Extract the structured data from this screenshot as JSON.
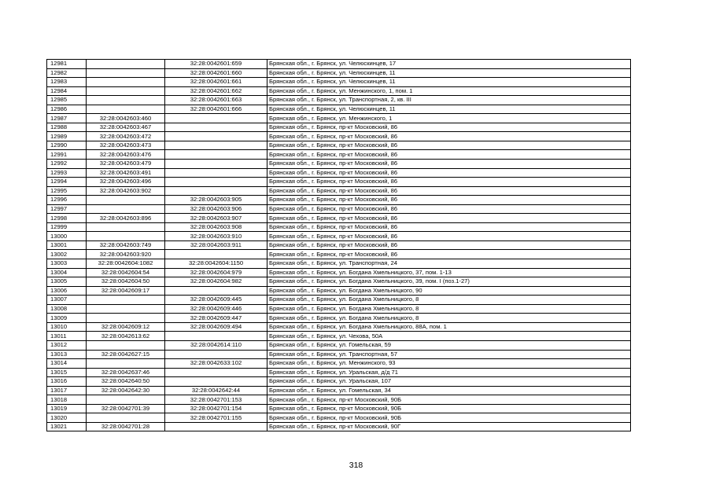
{
  "table": {
    "rows": [
      [
        "12981",
        "",
        "32:28:0042601:659",
        "Брянская обл., г. Брянск, ул. Челюскинцев, 17"
      ],
      [
        "12982",
        "",
        "32:28:0042601:660",
        "Брянская обл., г. Брянск, ул. Челюскинцев, 11"
      ],
      [
        "12983",
        "",
        "32:28:0042601:661",
        "Брянская обл., г. Брянск, ул. Челюскинцев, 11"
      ],
      [
        "12984",
        "",
        "32:28:0042601:662",
        "Брянская обл., г. Брянск, ул. Менжинского, 1, пом. 1"
      ],
      [
        "12985",
        "",
        "32:28:0042601:663",
        "Брянская обл., г. Брянск, ул. Транспортная, 2, кв. III"
      ],
      [
        "12986",
        "",
        "32:28:0042601:666",
        "Брянская обл., г. Брянск, ул. Челюскинцев, 11"
      ],
      [
        "12987",
        "32:28:0042603:460",
        "",
        "Брянская обл., г. Брянск, ул. Менжинского, 1"
      ],
      [
        "12988",
        "32:28:0042603:467",
        "",
        "Брянская обл., г. Брянск, пр-кт Московский, 86"
      ],
      [
        "12989",
        "32:28:0042603:472",
        "",
        "Брянская обл., г. Брянск, пр-кт Московский, 86"
      ],
      [
        "12990",
        "32:28:0042603:473",
        "",
        "Брянская обл., г. Брянск, пр-кт Московский, 86"
      ],
      [
        "12991",
        "32:28:0042603:476",
        "",
        "Брянская обл., г. Брянск, пр-кт Московский, 86"
      ],
      [
        "12992",
        "32:28:0042603:479",
        "",
        "Брянская обл., г. Брянск, пр-кт Московский, 86"
      ],
      [
        "12993",
        "32:28:0042603:491",
        "",
        "Брянская обл., г. Брянск, пр-кт Московский, 86"
      ],
      [
        "12994",
        "32:28:0042603:496",
        "",
        "Брянская обл., г. Брянск, пр-кт Московский, 86"
      ],
      [
        "12995",
        "32:28:0042603:902",
        "",
        "Брянская обл., г. Брянск, пр-кт Московский, 86"
      ],
      [
        "12996",
        "",
        "32:28:0042603:905",
        "Брянская обл., г. Брянск, пр-кт Московский, 86"
      ],
      [
        "12997",
        "",
        "32:28:0042603:906",
        "Брянская обл., г. Брянск, пр-кт Московский, 86"
      ],
      [
        "12998",
        "32:28:0042603:896",
        "32:28:0042603:907",
        "Брянская обл., г. Брянск, пр-кт Московский, 86"
      ],
      [
        "12999",
        "",
        "32:28:0042603:908",
        "Брянская обл., г. Брянск, пр-кт Московский, 86"
      ],
      [
        "13000",
        "",
        "32:28:0042603:910",
        "Брянская обл., г. Брянск, пр-кт Московский, 86"
      ],
      [
        "13001",
        "32:28:0042603:749",
        "32:28:0042603:911",
        "Брянская обл., г. Брянск, пр-кт Московский, 86"
      ],
      [
        "13002",
        "32:28:0042603:920",
        "",
        "Брянская обл., г. Брянск, пр-кт Московский, 86"
      ],
      [
        "13003",
        "32:28:0042604:1082",
        "32:28:0042604:1150",
        "Брянская обл., г. Брянск, ул. Транспортная, 24"
      ],
      [
        "13004",
        "32:28:0042604:54",
        "32:28:0042604:979",
        "Брянская обл., г. Брянск, ул. Богдана Хмельницкого, 37, пом. 1-13"
      ],
      [
        "13005",
        "32:28:0042604:50",
        "32:28:0042604:982",
        "Брянская обл., г. Брянск, ул. Богдана Хмельницкого, 39, пом. I (поз.1-27)"
      ],
      [
        "13006",
        "32:28:0042609:17",
        "",
        "Брянская обл., г. Брянск, ул. Богдана Хмельницкого, 90"
      ],
      [
        "13007",
        "",
        "32:28:0042609:445",
        "Брянская обл., г. Брянск, ул. Богдана Хмельницкого, 8"
      ],
      [
        "13008",
        "",
        "32:28:0042609:446",
        "Брянская обл., г. Брянск, ул. Богдана Хмельницкого, 8"
      ],
      [
        "13009",
        "",
        "32:28:0042609:447",
        "Брянская обл., г. Брянск, ул. Богдана Хмельницкого, 8"
      ],
      [
        "13010",
        "32:28:0042609:12",
        "32:28:0042609:494",
        "Брянская обл., г. Брянск, ул. Богдана Хмельницкого, 88А, пом. 1"
      ],
      [
        "13011",
        "32:28:0042613:62",
        "",
        "Брянская обл., г. Брянск, ул. Чехова, 50А"
      ],
      [
        "13012",
        "",
        "32:28:0042614:110",
        "Брянская обл., г. Брянск, ул. Гомельская, 59"
      ],
      [
        "13013",
        "32:28:0042627:15",
        "",
        "Брянская обл., г. Брянск, ул. Транспортная, 57"
      ],
      [
        "13014",
        "",
        "32:28:0042633:102",
        "Брянская обл., г. Брянск, ул. Менжинского, 93"
      ],
      [
        "13015",
        "32:28:0042637:46",
        "",
        "Брянская обл., г. Брянск, ул. Уральская, д/д 71"
      ],
      [
        "13016",
        "32:28:0042640:50",
        "",
        "Брянская обл., г. Брянск, ул. Уральская, 107"
      ],
      [
        "13017",
        "32:28:0042642:30",
        "32:28:0042642:44",
        "Брянская обл., г. Брянск, ул. Гомельская, 34"
      ],
      [
        "13018",
        "",
        "32:28:0042701:153",
        "Брянская обл., г. Брянск, пр-кт Московский, 90Б"
      ],
      [
        "13019",
        "32:28:0042701:39",
        "32:28:0042701:154",
        "Брянская обл., г. Брянск, пр-кт Московский, 90Б"
      ],
      [
        "13020",
        "",
        "32:28:0042701:155",
        "Брянская обл., г. Брянск, пр-кт Московский, 90Б"
      ],
      [
        "13021",
        "32:28:0042701:28",
        "",
        "Брянская обл., г. Брянск, пр-кт Московский, 90Г"
      ]
    ]
  },
  "page_number": "318"
}
